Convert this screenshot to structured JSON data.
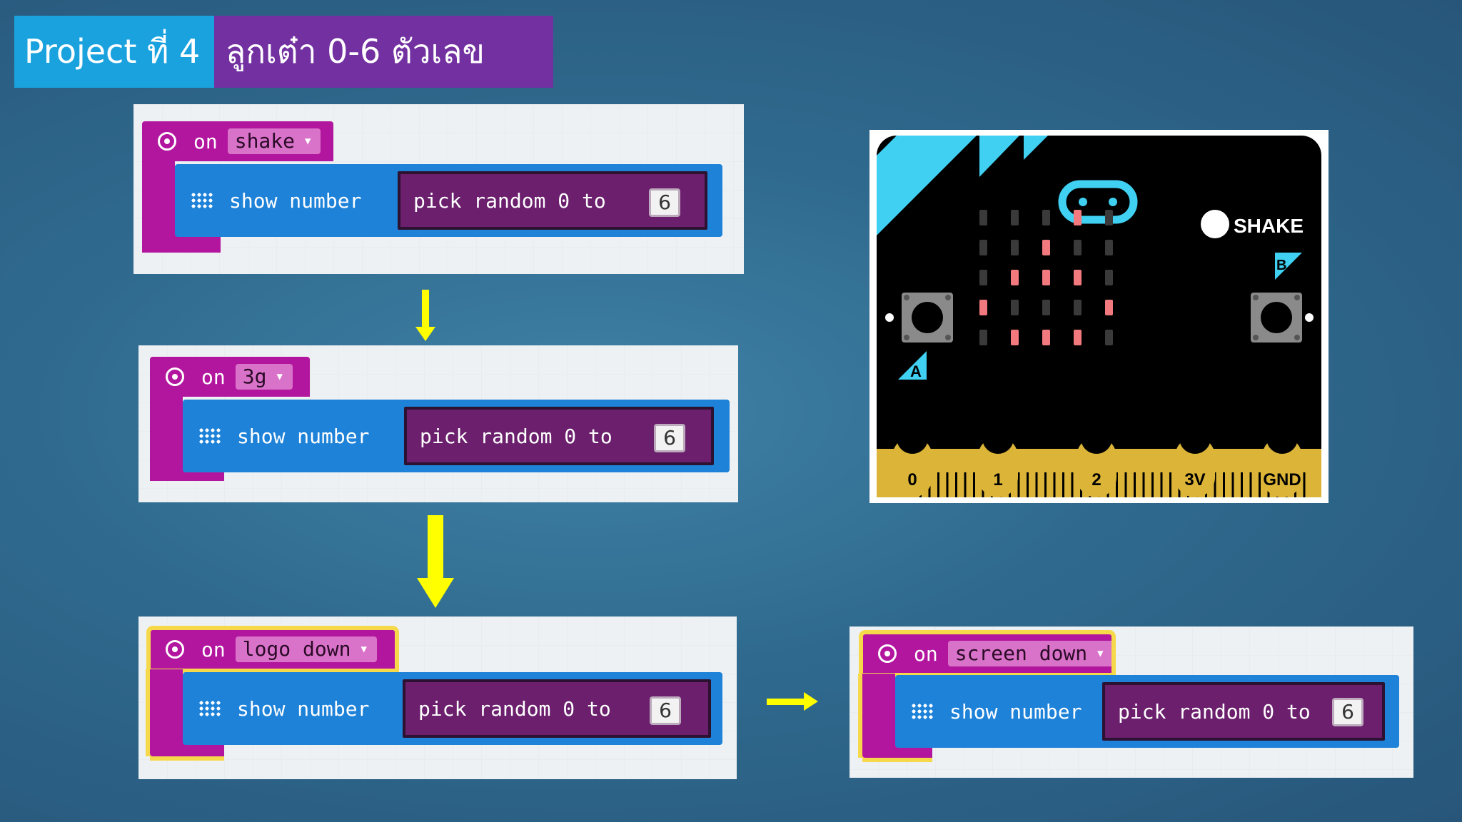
{
  "title": {
    "project": "Project ที่ 4",
    "subtitle": "ลูกเต๋า 0-6 ตัวเลข"
  },
  "blocks": [
    {
      "event": "shake",
      "on": "on",
      "show": "show number",
      "pick": "pick random 0 to",
      "value": "6",
      "highlighted": false
    },
    {
      "event": "3g",
      "on": "on",
      "show": "show number",
      "pick": "pick random 0 to",
      "value": "6",
      "highlighted": false
    },
    {
      "event": "logo down",
      "on": "on",
      "show": "show number",
      "pick": "pick random 0 to",
      "value": "6",
      "highlighted": true
    },
    {
      "event": "screen down",
      "on": "on",
      "show": "show number",
      "pick": "pick random 0 to",
      "value": "6",
      "highlighted": true
    }
  ],
  "microbit": {
    "shake_label": "SHAKE",
    "button_a": "A",
    "button_b": "B",
    "pins": [
      "0",
      "1",
      "2",
      "3V",
      "GND"
    ],
    "led_on_color": "#f27a7f",
    "board_color": "#000000",
    "accent_color": "#3fd0f2",
    "edge_color": "#dcb538"
  },
  "colors": {
    "event_block": "#b3169e",
    "show_block": "#1e82d8",
    "pick_block": "#6b1f6d",
    "arrow": "#ffff00",
    "highlight": "#f6d84b"
  }
}
